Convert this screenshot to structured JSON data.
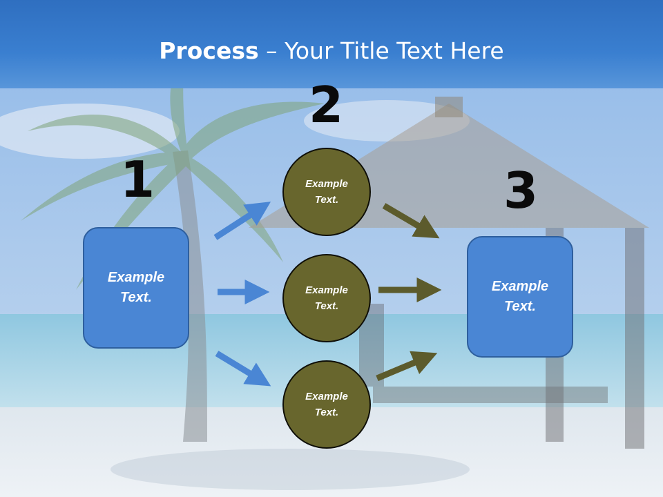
{
  "slide": {
    "title_bold": "Process",
    "title_rest": " – Your Title Text Here"
  },
  "steps": [
    {
      "number": "1",
      "text": "Example Text."
    },
    {
      "number": "2",
      "items": [
        "Example Text.",
        "Example Text.",
        "Example Text."
      ]
    },
    {
      "number": "3",
      "text": "Example Text."
    }
  ],
  "colors": {
    "box_fill": "#4a86d4",
    "circle_fill": "#68662d",
    "arrow_blue": "#4a86d4",
    "arrow_olive": "#5c5b2c",
    "title_band": "#3a7fd0"
  }
}
